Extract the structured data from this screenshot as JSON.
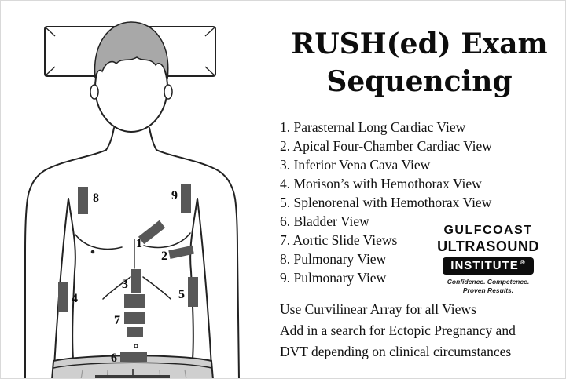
{
  "title": {
    "line1": "RUSH(ed) Exam",
    "line2": "Sequencing"
  },
  "views": [
    "1. Parasternal Long Cardiac View",
    "2. Apical Four-Chamber Cardiac View",
    "3. Inferior Vena Cava View",
    "4. Morison’s with Hemothorax View",
    "5. Splenorenal with Hemothorax View",
    "6. Bladder View",
    "7. Aortic Slide Views",
    "8. Pulmonary View",
    "9. Pulmonary View"
  ],
  "logo": {
    "gulfcoast": "GULFCOAST",
    "ultrasound": "ULTRASOUND",
    "institute": "INSTITUTE",
    "mark": "®",
    "tagline_line1": "Confidence. Competence.",
    "tagline_line2": "Proven Results."
  },
  "footer": {
    "line1": "Use Curvilinear Array for all Views",
    "line2": "Add in a search for Ectopic Pregnancy and",
    "line3": "DVT depending on clinical circumstances"
  },
  "diagram": {
    "marker_labels": [
      "1",
      "2",
      "3",
      "4",
      "5",
      "6",
      "7",
      "8",
      "9"
    ]
  },
  "colors": {
    "marker_gray": "#585858",
    "hair_gray": "#a8a8a8",
    "pants_gray": "#cfcfcf",
    "outline": "#222222",
    "logo_black": "#0d0d0d"
  }
}
